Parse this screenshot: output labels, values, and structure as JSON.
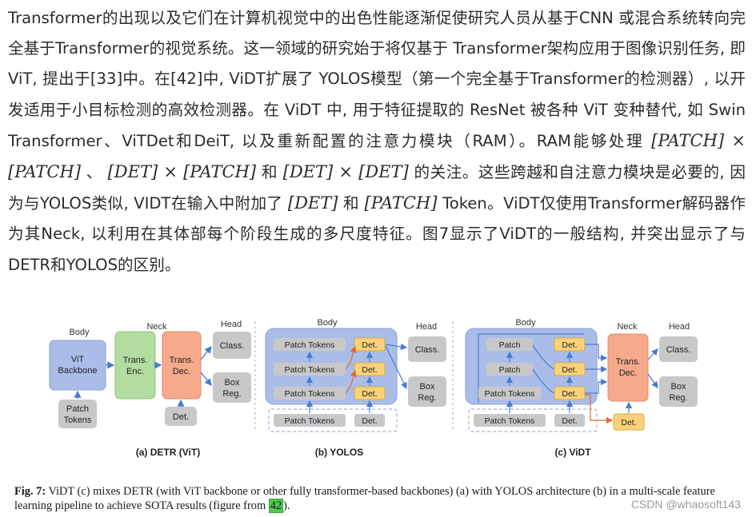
{
  "paragraph": {
    "t1": "Transformer的出现以及它们在计算机视觉中的出色性能逐渐促使研究人员从基于CNN 或混合系统转向完全基于Transformer的视觉系统。这一领域的研究始于将仅基于 Transformer架构应用于图像识别任务, 即ViT, 提出于[33]中。在[42]中, ViDT扩展了 YOLOS模型（第一个完全基于Transformer的检测器）, 以开发适用于小目标检测的高效检测器。在 ViDT 中, 用于特征提取的 ResNet 被各种 ViT 变种替代, 如 Swin Transformer、ViTDet和DeiT, 以及重新配置的注意力模块（RAM）。RAM能够处理 ",
    "m1": "[PATCH]",
    "x1": " × ",
    "m2": "[PATCH]",
    "t2": " 、 ",
    "m3": "[DET]",
    "x2": " × ",
    "m4": "[PATCH]",
    "t3": " 和 ",
    "m5": "[DET]",
    "x3": " × ",
    "m6": "[DET]",
    "t4": " 的关注。这些跨越和自注意力模块是必要的, 因为与YOLOS类似, VIDT在输入中附加了 ",
    "m7": "[DET]",
    "t5": " 和 ",
    "m8": "[PATCH]",
    "t6": " Token。ViDT仅使用Transformer解码器作为其Neck, 以利用在其体部每个阶段生成的多尺度特征。图7显示了ViDT的一般结构, 并突出显示了与DETR和YOLOS的区别。"
  },
  "figure": {
    "a": {
      "body": "Body",
      "neck": "Neck",
      "head": "Head",
      "vit1": "ViT",
      "vit2": "Backbone",
      "enc1": "Trans.",
      "enc2": "Enc.",
      "dec1": "Trans.",
      "dec2": "Dec.",
      "cls": "Class.",
      "box1": "Box",
      "box2": "Reg.",
      "pt1": "Patch",
      "pt2": "Tokens",
      "det": "Det.",
      "label": "(a) DETR (ViT)"
    },
    "b": {
      "body": "Body",
      "head": "Head",
      "pt": "Patch Tokens",
      "det": "Det.",
      "cls": "Class.",
      "box1": "Box",
      "box2": "Reg.",
      "label": "(b) YOLOS"
    },
    "c": {
      "body": "Body",
      "neck": "Neck",
      "head": "Head",
      "patch": "Patch",
      "pt": "Patch Tokens",
      "det": "Det.",
      "dec1": "Trans.",
      "dec2": "Dec.",
      "cls": "Class.",
      "box1": "Box",
      "box2": "Reg.",
      "label": "(c) ViDT"
    },
    "colors": {
      "blue": "#a9bde8",
      "blue_edge": "#8aa2d8",
      "green": "#b3dca0",
      "orange": "#f6a98b",
      "gray": "#c8c8c8",
      "yellow": "#fbd27a",
      "arrow": "#4a7bd0",
      "orange_arrow": "#e8682c"
    }
  },
  "caption": {
    "fig": "Fig. 7:",
    "text": " ViDT (c) mixes DETR (with ViT backbone or other fully transformer-based backbones) (a) with YOLOS architecture (b) in a multi-scale feature learning pipeline to achieve SOTA results (figure from ",
    "cite": "42",
    "end": ")."
  },
  "watermark": "CSDN @whaosoft143"
}
